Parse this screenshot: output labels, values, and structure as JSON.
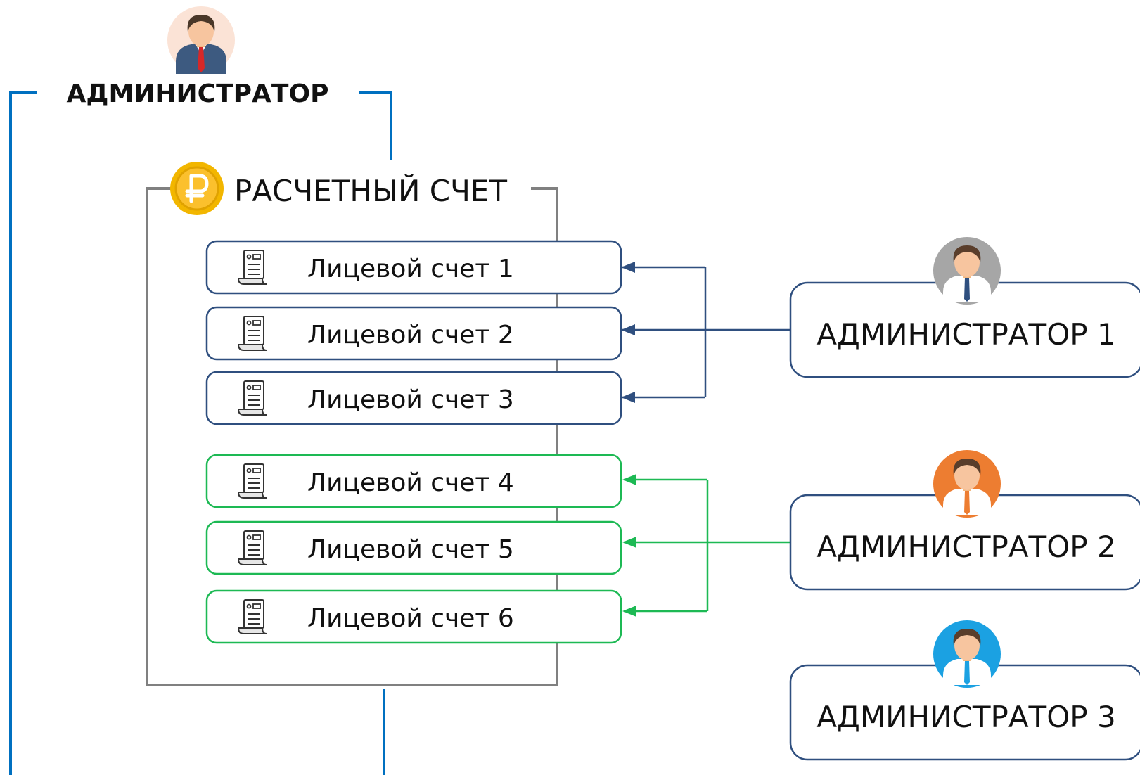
{
  "super_admin": {
    "label": "АДМИНИСТРАТОР",
    "avatar_icon": "man-avatar-icon",
    "frame_color": "#0070C0"
  },
  "settlement_account": {
    "label": "РАСЧЕТНЫЙ СЧЕТ",
    "icon": "ruble-coin-icon",
    "frame_color": "#808080"
  },
  "personal_accounts": [
    {
      "label": "Лицевой счет 1",
      "icon": "document-icon",
      "group": 1
    },
    {
      "label": "Лицевой счет 2",
      "icon": "document-icon",
      "group": 1
    },
    {
      "label": "Лицевой счет 3",
      "icon": "document-icon",
      "group": 1
    },
    {
      "label": "Лицевой счет 4",
      "icon": "document-icon",
      "group": 2
    },
    {
      "label": "Лицевой счет 5",
      "icon": "document-icon",
      "group": 2
    },
    {
      "label": "Лицевой счет 6",
      "icon": "document-icon",
      "group": 2
    }
  ],
  "administrators": [
    {
      "label": "АДМИНИСТРАТОР 1",
      "avatar_icon": "man-avatar-icon",
      "avatar_bg": "#A6A6A6",
      "shirt_color": "#ffffff",
      "tie_color": "#2F4F7F",
      "link_color": "#2F4F7F",
      "manages": [
        1,
        2,
        3
      ]
    },
    {
      "label": "АДМИНИСТРАТОР 2",
      "avatar_icon": "man-avatar-icon",
      "avatar_bg": "#ED7D31",
      "shirt_color": "#ffffff",
      "tie_color": "#ED7D31",
      "link_color": "#1DB954",
      "manages": [
        4,
        5,
        6
      ]
    },
    {
      "label": "АДМИНИСТРАТОР 3",
      "avatar_icon": "man-avatar-icon",
      "avatar_bg": "#1BA1E2",
      "shirt_color": "#ffffff",
      "tie_color": "#1BA1E2",
      "link_color": "",
      "manages": []
    }
  ],
  "colors": {
    "group1_border": "#2F4F7F",
    "group2_border": "#1DB954",
    "admin_box_border": "#2F4F7F"
  }
}
